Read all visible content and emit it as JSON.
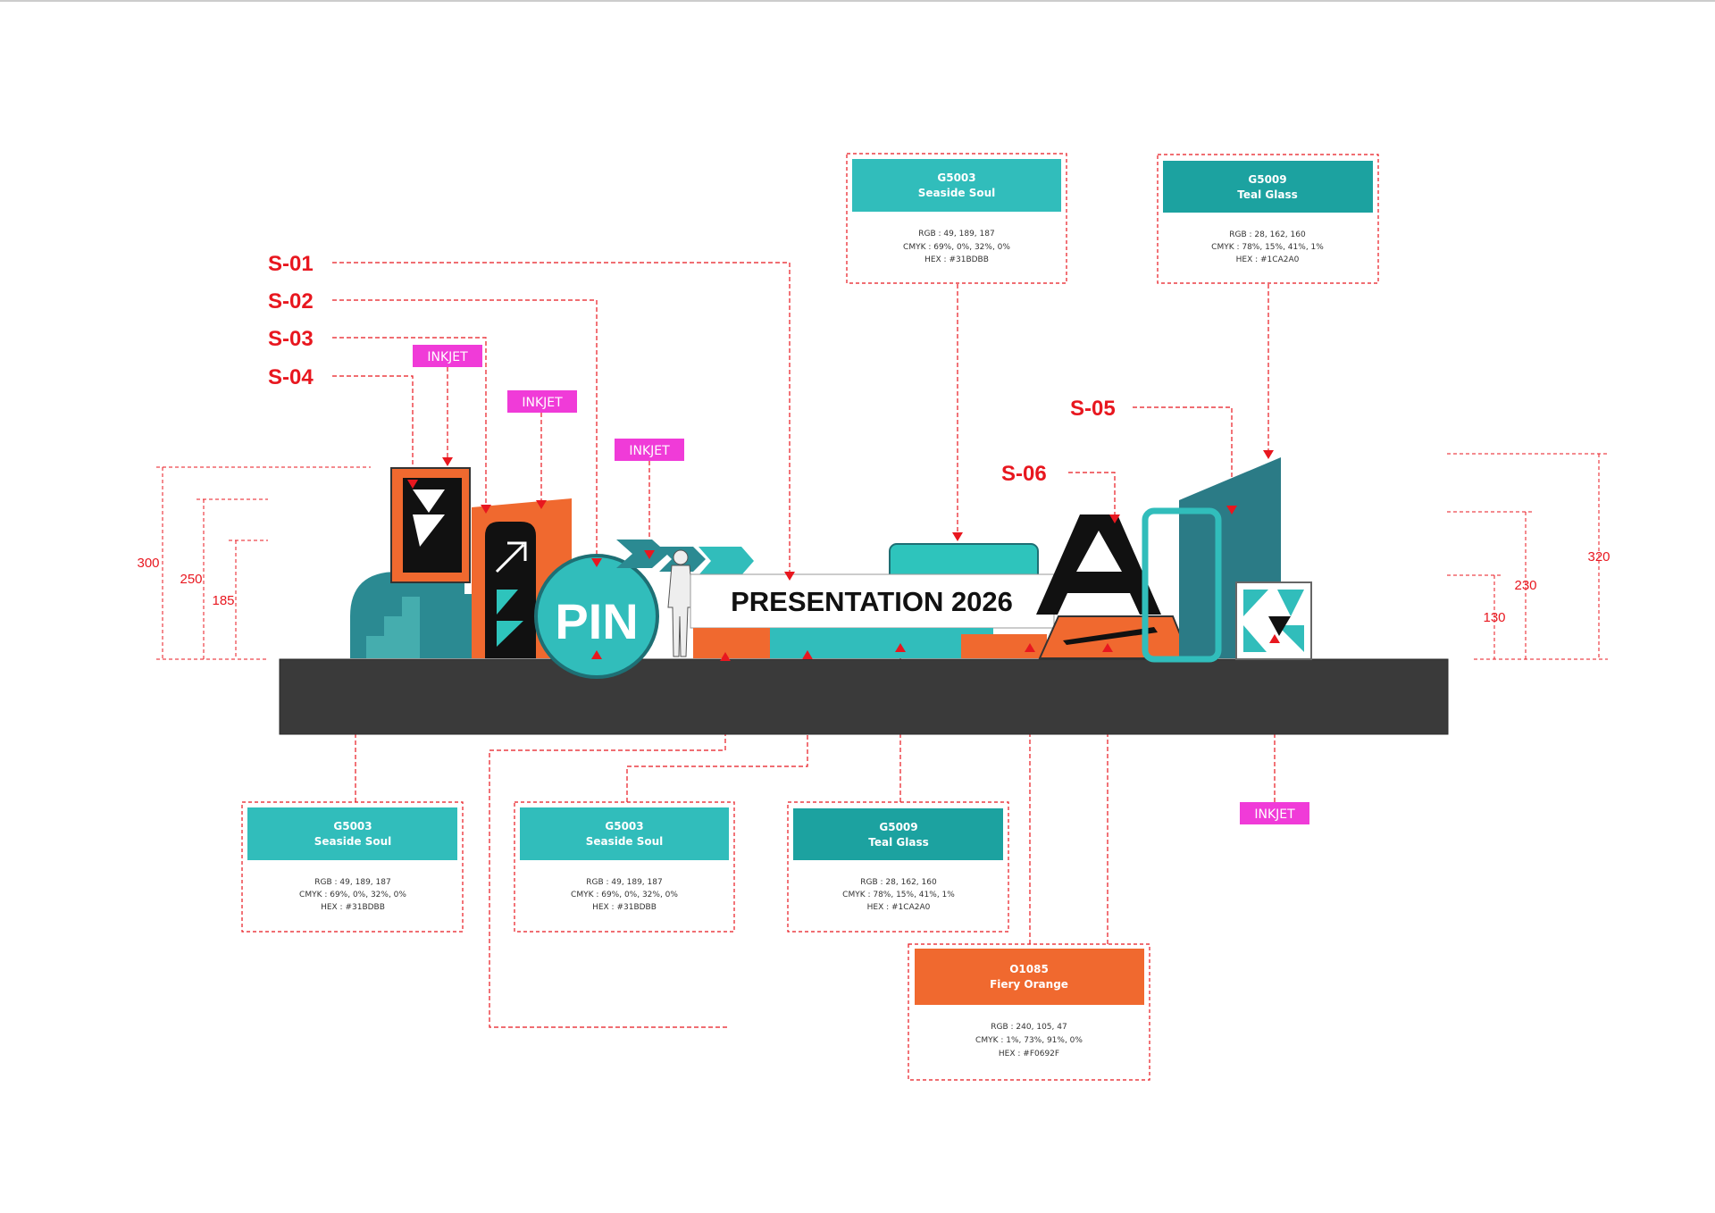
{
  "swatches": [
    {
      "code": "G5003",
      "name": "Seaside Soul",
      "rgb": "RGB : 49, 189, 187",
      "cmyk": "CMYK : 69%, 0%, 32%, 0%",
      "hex": "HEX : #31BDBB",
      "color": "#31bdbb"
    },
    {
      "code": "G5009",
      "name": "Teal Glass",
      "rgb": "RGB : 28, 162, 160",
      "cmyk": "CMYK : 78%, 15%, 41%, 1%",
      "hex": "HEX : #1CA2A0",
      "color": "#1ca2a0"
    },
    {
      "code": "G5003",
      "name": "Seaside Soul",
      "rgb": "RGB : 49, 189, 187",
      "cmyk": "CMYK : 69%, 0%, 32%, 0%",
      "hex": "HEX : #31BDBB",
      "color": "#31bdbb"
    },
    {
      "code": "G5003",
      "name": "Seaside Soul",
      "rgb": "RGB : 49, 189, 187",
      "cmyk": "CMYK : 69%, 0%, 32%, 0%",
      "hex": "HEX : #31BDBB",
      "color": "#31bdbb"
    },
    {
      "code": "G5009",
      "name": "Teal Glass",
      "rgb": "RGB : 28, 162, 160",
      "cmyk": "CMYK : 78%, 15%, 41%, 1%",
      "hex": "HEX : #1CA2A0",
      "color": "#1ca2a0"
    },
    {
      "code": "O1085",
      "name": "Fiery Orange",
      "rgb": "RGB : 240, 105, 47",
      "cmyk": "CMYK : 1%, 73%, 91%, 0%",
      "hex": "HEX : #F0692F",
      "color": "#f0692f"
    }
  ],
  "section_labels": [
    "S-01",
    "S-02",
    "S-03",
    "S-04",
    "S-05",
    "S-06"
  ],
  "inkjet_label": "INKJET",
  "dimensions": {
    "left": [
      "300",
      "250",
      "185"
    ],
    "right": [
      "320",
      "230",
      "130"
    ]
  },
  "banner": {
    "title": "PRESENTATION 2026"
  },
  "logo": {
    "text": "PIN"
  },
  "colors": {
    "accent_red": "#e8171f",
    "magenta": "#f03bd8",
    "teal_dark": "#2b8a92",
    "orange": "#f0692f",
    "base_gray": "#3a3a3a"
  }
}
